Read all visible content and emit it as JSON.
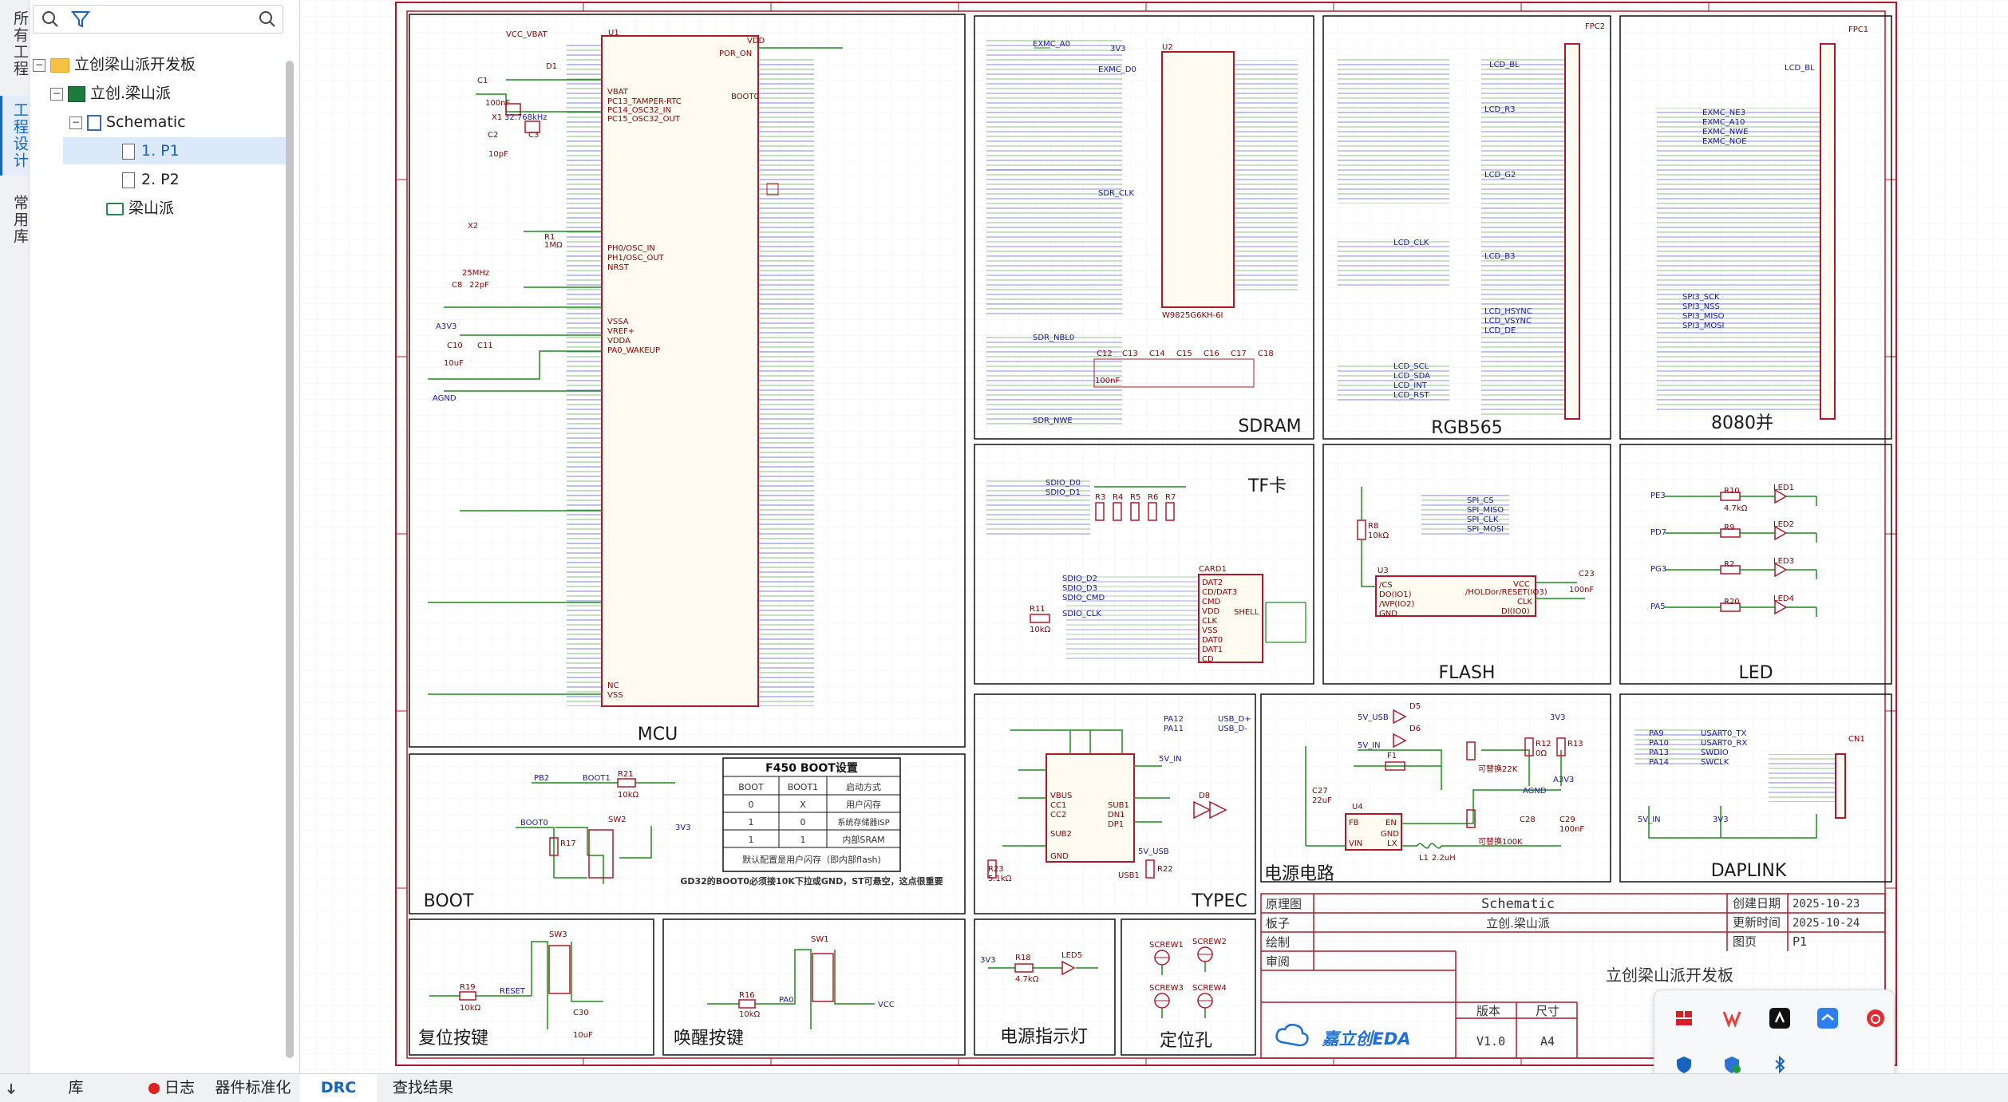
{
  "left_tabs": [
    "所有工程",
    "工程设计",
    "常用库"
  ],
  "tree": {
    "items": [
      {
        "label": "立创梁山派开发板",
        "type": "folder"
      },
      {
        "label": "立创.梁山派",
        "type": "board"
      },
      {
        "label": "Schematic",
        "type": "schematic"
      },
      {
        "label": "1. P1",
        "type": "page",
        "selected": true
      },
      {
        "label": "2. P2",
        "type": "page"
      },
      {
        "label": "梁山派",
        "type": "pcb"
      }
    ]
  },
  "bottom_tabs": [
    "库",
    "日志",
    "器件标准化",
    "DRC",
    "查找结果"
  ],
  "active_bottom_tab": "DRC",
  "schematic": {
    "sections": [
      "MCU",
      "SDRAM",
      "RGB565",
      "8080并",
      "TF卡",
      "FLASH",
      "LED",
      "BOOT",
      "TYPEC",
      "电源电路",
      "DAPLINK",
      "复位按键",
      "唤醒按键",
      "电源指示灯",
      "定位孔"
    ],
    "boot_table": {
      "title": "F450  BOOT设置",
      "headers": [
        "BOOT",
        "BOOT1",
        "启动方式"
      ],
      "rows": [
        [
          "0",
          "X",
          "用户闪存"
        ],
        [
          "1",
          "0",
          "系统存储器ISP"
        ],
        [
          "1",
          "1",
          "内部SRAM"
        ]
      ],
      "footer": "默认配置是用户闪存（即内部flash)",
      "note": "GD32的BOOT0必须接10K下拉或GND，ST可悬空，这点很重要"
    },
    "mcu_labels": [
      "U1",
      "VCC_VBAT",
      "D1",
      "C1",
      "100nF",
      "X1",
      "32.768kHz",
      "C2",
      "C3",
      "10pF",
      "X2",
      "25MHz",
      "C8",
      "22pF",
      "R1",
      "1MΩ",
      "C10",
      "10uF",
      "C11",
      "AGND",
      "A3V3",
      "3V3",
      "VDD",
      "VBAT",
      "NRST",
      "VSSA",
      "VREF+",
      "VDDA",
      "BOOT0",
      "PC13_TAMPER-RTC",
      "PC14_OSC32_IN",
      "PC15_OSC32_OUT",
      "PH0/OSC_IN",
      "PH1/OSC_OUT",
      "PA0_WAKEUP",
      "NC",
      "VSS",
      "POR_ON"
    ],
    "sdram_labels": [
      "U2",
      "W9825G6KH-6I",
      "C12",
      "C13",
      "C14",
      "C15",
      "C16",
      "C17",
      "C18",
      "100nF",
      "EXMC_A0",
      "EXMC_D0",
      "SDR_NBL0",
      "SDR_CLK",
      "SDR_NWE"
    ],
    "rgb_labels": [
      "FPC2",
      "LCD_R3",
      "LCD_G2",
      "LCD_B3",
      "LCD_CLK",
      "LCD_HSYNC",
      "LCD_VSYNC",
      "LCD_DE",
      "LCD_BL",
      "LCD_SCL",
      "LCD_SDA",
      "LCD_INT",
      "LCD_RST"
    ],
    "p8080_labels": [
      "FPC1",
      "LCD_BL",
      "EXMC_NE3",
      "EXMC_A10",
      "EXMC_NWE",
      "EXMC_NOE",
      "SPI3_SCK",
      "SPI3_NSS",
      "SPI3_MISO",
      "SPI3_MOSI"
    ],
    "tf_labels": [
      "CARD1",
      "R3",
      "R4",
      "R5",
      "R6",
      "R7",
      "R11",
      "10kΩ",
      "SDIO_D0",
      "SDIO_D1",
      "SDIO_D2",
      "SDIO_D3",
      "SDIO_CLK",
      "SDIO_CMD",
      "DAT2",
      "CD/DAT3",
      "CMD",
      "VDD",
      "CLK",
      "VSS",
      "DAT0",
      "DAT1",
      "CD",
      "SHELL"
    ],
    "flash_labels": [
      "U3",
      "R8",
      "10kΩ",
      "C23",
      "100nF",
      "SPI_CS",
      "SPI_MISO",
      "SPI_CLK",
      "SPI_MOSI",
      "/CS",
      "DO(IO1)",
      "/WP(IO2)",
      "GND",
      "/HOLDor/RESET(IO3)",
      "CLK",
      "DI(IO0)",
      "VCC"
    ],
    "led_labels": [
      "R10",
      "R9",
      "R2",
      "R20",
      "4.7kΩ",
      "LED1",
      "LED2",
      "LED3",
      "LED4",
      "PE3",
      "PD7",
      "PG3",
      "PA5"
    ],
    "boot_labels": [
      "PB2",
      "BOOT1",
      "R21",
      "10kΩ",
      "BOOT0",
      "R17",
      "SW2",
      "3V3"
    ],
    "typec_labels": [
      "USB1",
      "R22",
      "R23",
      "5.1kΩ",
      "D8",
      "PA12",
      "PA11",
      "USB_D+",
      "USB_D-",
      "VBUS",
      "CC1",
      "CC2",
      "DP1",
      "DN1",
      "SUB1",
      "SUB2",
      "GND",
      "5V_IN",
      "5V_USB"
    ],
    "power_labels": [
      "U4",
      "F1",
      "L1",
      "2.2uH",
      "C27",
      "22uF",
      "C28",
      "C29",
      "100nF",
      "R12",
      "R13",
      "0Ω",
      "D5",
      "D6",
      "5V_IN",
      "5V_USB",
      "3V3",
      "A3V3",
      "AGND",
      "FB",
      "EN",
      "GND",
      "VIN",
      "LX",
      "可替换22K",
      "可替换100K"
    ],
    "daplink_labels": [
      "CN1",
      "PA9",
      "PA10",
      "PA13",
      "PA14",
      "USART0_TX",
      "USART0_RX",
      "SWDIO",
      "SWCLK",
      "5V_IN",
      "3V3"
    ],
    "reset_labels": [
      "SW3",
      "R19",
      "10kΩ",
      "RESET",
      "C30",
      "10uF"
    ],
    "wake_labels": [
      "SW1",
      "R16",
      "10kΩ",
      "PA0",
      "VCC"
    ],
    "power_led_labels": [
      "R18",
      "4.7kΩ",
      "LED5",
      "3V3"
    ],
    "screw_labels": [
      "SCREW1",
      "SCREW2",
      "SCREW3",
      "SCREW4"
    ],
    "title_block": {
      "row1_label": "原理图",
      "row1_value": "Schematic",
      "row2_label": "板子",
      "row2_value": "立创.梁山派",
      "row3_label": "绘制",
      "row4_label": "审阅",
      "created_label": "创建日期",
      "created": "2025-10-23",
      "updated_label": "更新时间",
      "updated": "2025-10-24",
      "page_label": "图页",
      "page": "P1",
      "project": "立创梁山派开发板",
      "version_label": "版本",
      "version": "V1.0",
      "size_label": "尺寸",
      "size": "A4",
      "logo": "嘉立创EDA"
    }
  },
  "colors": {
    "wire": "#1e8a1e",
    "part": "#b0182a",
    "net": "#1a1aa8",
    "accent": "#1565c0"
  }
}
